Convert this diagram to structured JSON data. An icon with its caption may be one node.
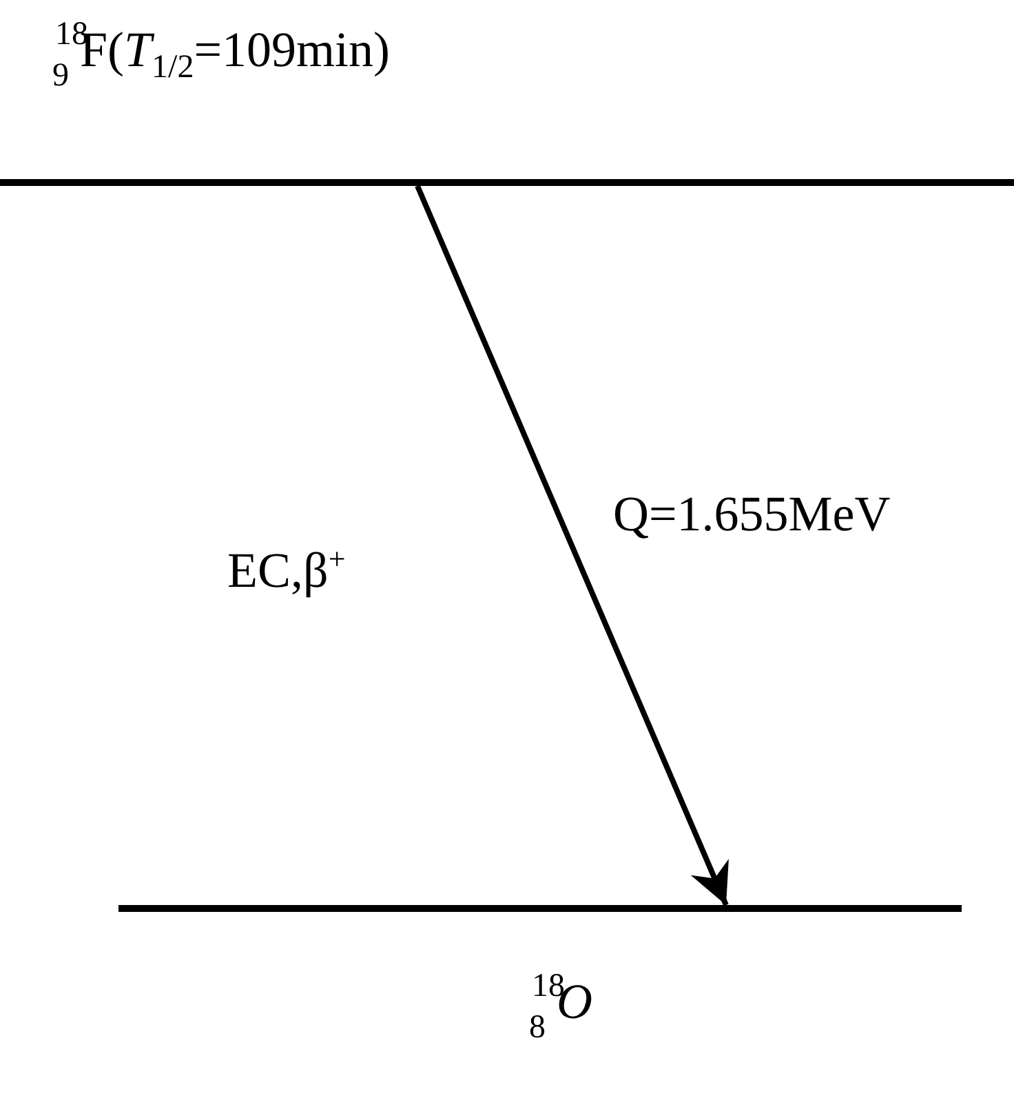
{
  "diagram": {
    "nodes": [
      {
        "text": [
          "$^{18}$$_{9}$F(*T*$_{1/2}$=109min)"
        ]
      },
      {
        "text": [
          "$^{18}$$_{8}$*O*"
        ]
      }
    ],
    "edges": [
      {
        "from": 0,
        "to": 1,
        "arrow": "to"
      }
    ],
    "labels": [
      "Q=1.655MeV",
      "EC,β$^{+}$"
    ]
  }
}
